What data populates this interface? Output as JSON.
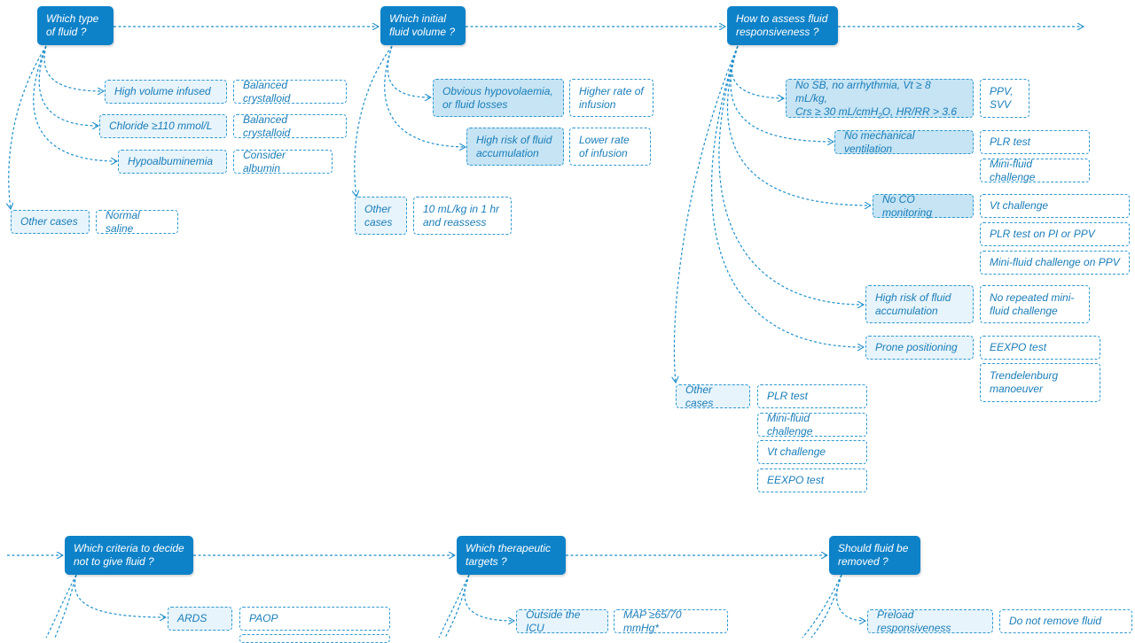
{
  "q1": "Which type of fluid ?",
  "q2": "Which initial fluid volume ?",
  "q3": "How to assess fluid responsiveness ?",
  "q4": "Which criteria to decide not to give fluid ?",
  "q5": "Which therapeutic targets ?",
  "q6": "Should fluid be removed ?",
  "fluid_type": {
    "high_volume": "High volume infused",
    "balanced_1": "Balanced crystalloid",
    "chloride": "Chloride ≥110 mmol/L",
    "balanced_2": "Balanced crystalloid",
    "hypoalb": "Hypoalbuminemia",
    "albumin": "Consider albumin",
    "other": "Other cases",
    "saline": "Normal saline"
  },
  "volume": {
    "hypovol": "Obvious hypovolaemia, or fluid losses",
    "higher_rate": "Higher rate of infusion",
    "high_risk": "High risk of fluid accumulation",
    "lower_rate": "Lower rate of infusion",
    "other": "Other cases",
    "ten_ml": "10 mL/kg in 1 hr and reassess"
  },
  "responsiveness": {
    "no_sb_line1": "No SB, no arrhythmia, Vt ≥ 8 mL/kg,",
    "no_sb_line2_a": "Crs ≥ 30 mL/cmH",
    "no_sb_line2_sub": "2",
    "no_sb_line2_b": "O, HR/RR > 3.6",
    "ppv_svv": "PPV, SVV",
    "no_mech": "No mechanical ventilation",
    "plr_1": "PLR test",
    "mini_1": "Mini-fluid challenge",
    "no_co": "No CO monitoring",
    "vt_1": "Vt challenge",
    "plr_pi": "PLR test on PI or PPV",
    "mini_ppv": "Mini-fluid challenge on PPV",
    "high_risk": "High risk of fluid accumulation",
    "no_repeat": "No repeated mini-fluid challenge",
    "prone": "Prone positioning",
    "eexpo_1": "EEXPO test",
    "trendelenburg": "Trendelenburg manoeuver",
    "other": "Other cases",
    "plr_2": "PLR test",
    "mini_2": "Mini-fluid challenge",
    "vt_2": "Vt challenge",
    "eexpo_2": "EEXPO test"
  },
  "criteria": {
    "ards": "ARDS",
    "paop": "PAOP"
  },
  "targets": {
    "outside_icu": "Outside the ICU",
    "map": "MAP ≥65/70 mmHg*"
  },
  "removal": {
    "preload": "Preload responsiveness",
    "do_not_remove": "Do not remove fluid"
  }
}
